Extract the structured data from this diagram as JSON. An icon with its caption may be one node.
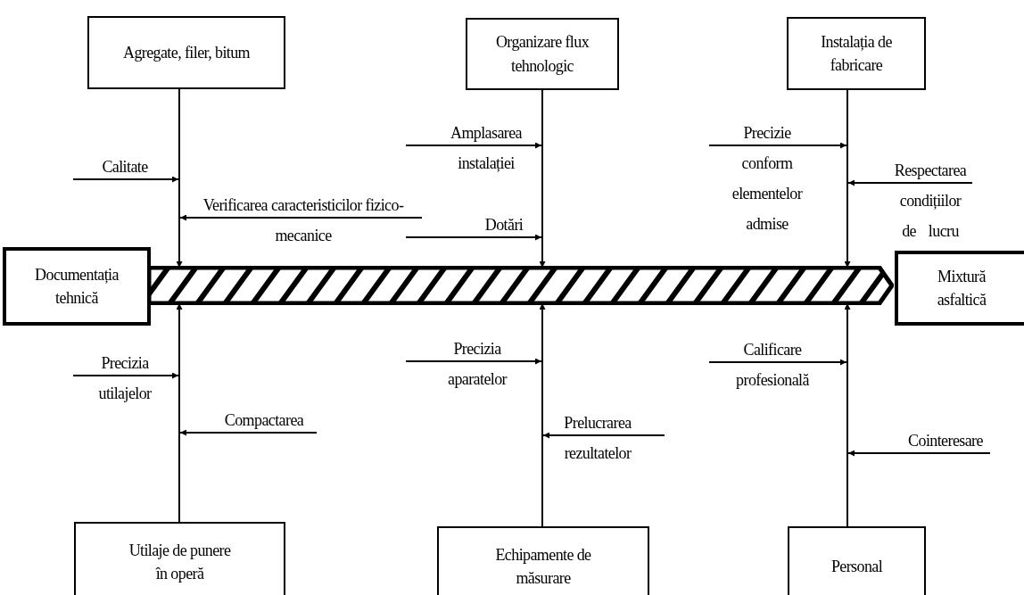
{
  "diagram": {
    "nodes": [
      {
        "text": [
          "Documentația tehnică"
        ]
      },
      {
        "text": [],
        "shape": "arrow"
      },
      {
        "text": [
          "Mixtură asfaltică"
        ]
      },
      {
        "text": [
          "Agregate, filer, bitum"
        ]
      },
      {
        "text": [
          "Organizare flux tehnologic"
        ]
      },
      {
        "text": [
          "Instalația de fabricare"
        ]
      },
      {
        "text": [
          "Utilaje de punere în operă"
        ]
      },
      {
        "text": [
          "Echipamente de măsurare"
        ]
      },
      {
        "text": [
          "Personal"
        ]
      },
      {
        "text": [],
        "shape": "bar"
      },
      {
        "text": [],
        "shape": "bar"
      },
      {
        "text": [],
        "shape": "bar"
      },
      {
        "text": [],
        "shape": "bar"
      },
      {
        "text": [],
        "shape": "bar"
      },
      {
        "text": [],
        "shape": "bar"
      }
    ],
    "edges": [
      {
        "from": 9,
        "to": 1,
        "arrow": "to"
      },
      {
        "from": 10,
        "to": 1,
        "arrow": "to"
      },
      {
        "from": 11,
        "to": 1,
        "arrow": "to"
      },
      {
        "from": 12,
        "to": 1,
        "arrow": "to"
      },
      {
        "from": 13,
        "to": 1,
        "arrow": "to"
      },
      {
        "from": 14,
        "to": 1,
        "arrow": "to"
      },
      {
        "from": null,
        "to": 9,
        "arrow": "to",
        "label": "Calitate"
      },
      {
        "from": null,
        "to": 9,
        "arrow": "to",
        "label": "Verificarea caracteristicilor fizico-mecanice"
      },
      {
        "from": null,
        "to": 10,
        "arrow": "to",
        "label": "Amplasarea instalației"
      },
      {
        "from": null,
        "to": 10,
        "arrow": "to",
        "label": "Dotări"
      },
      {
        "from": null,
        "to": 11,
        "arrow": "to",
        "label": "Precizie conform elementelor admise"
      },
      {
        "from": null,
        "to": 11,
        "arrow": "to",
        "label": "Respectarea condițiilor de lucru"
      },
      {
        "from": null,
        "to": 12,
        "arrow": "to",
        "label": "Precizia utilajelor"
      },
      {
        "from": null,
        "to": 12,
        "arrow": "to",
        "label": "Compactarea"
      },
      {
        "from": null,
        "to": 13,
        "arrow": "to",
        "label": "Precizia aparatelor"
      },
      {
        "from": null,
        "to": 13,
        "arrow": "to",
        "label": "Prelucrarea rezultatelor"
      },
      {
        "from": null,
        "to": 14,
        "arrow": "to",
        "label": "Calificare profesională"
      },
      {
        "from": null,
        "to": 14,
        "arrow": "to",
        "label": "Cointeresare"
      }
    ]
  }
}
